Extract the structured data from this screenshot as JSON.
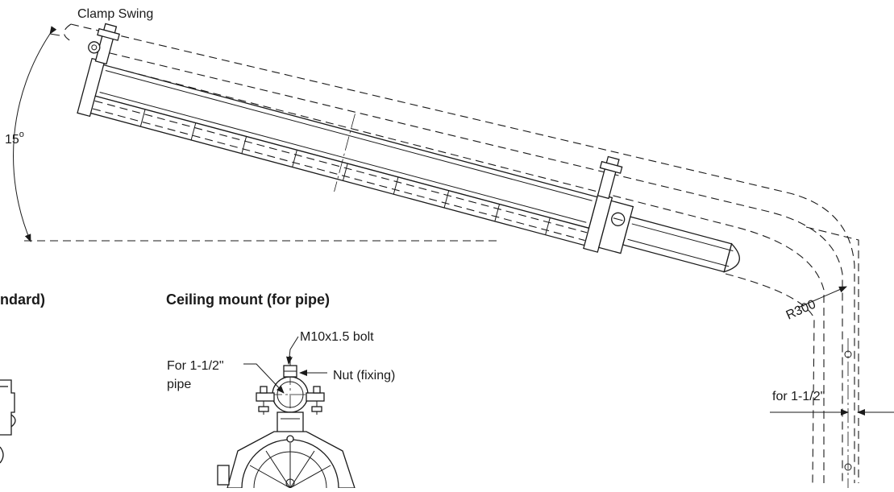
{
  "labels": {
    "clamp_swing": "Clamp Swing",
    "angle_value": "15",
    "angle_degree": "o",
    "radius": "R300",
    "for_pipe_line1": "For 1-1/2\"",
    "for_pipe_line2": "pipe",
    "bolt": "M10x1.5 bolt",
    "nut": "Nut (fixing)",
    "pipe_right": "for 1-1/2\""
  },
  "titles": {
    "standard_partial": "ndard)",
    "ceiling_mount": "Ceiling mount (for pipe)"
  }
}
